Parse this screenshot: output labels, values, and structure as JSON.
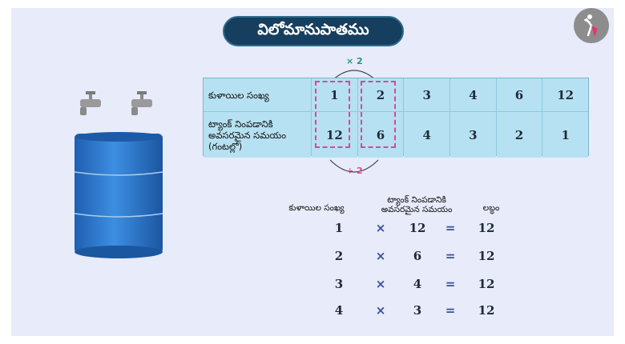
{
  "title": "విలోమానుపాతము",
  "table": {
    "row1_header": "కుళాయిల సంఖ్య",
    "row2_header_line1": "ట్యాంక్ నింపడానికి",
    "row2_header_line2": "అవసరమైన సమయం",
    "row2_header_line3": "(గంటల్లో)",
    "taps": [
      "1",
      "2",
      "3",
      "4",
      "6",
      "12"
    ],
    "hours": [
      "12",
      "6",
      "4",
      "3",
      "2",
      "1"
    ]
  },
  "annotations": {
    "times_label": "× 2",
    "divide_label": "÷ 2"
  },
  "calc": {
    "col1_header": "కుళాయిల సంఖ్య",
    "col2_header_line1": "ట్యాంక్ నింపడానికి",
    "col2_header_line2": "అవసరమైన సమయం",
    "col3_header": "లబ్ధం",
    "rows": [
      {
        "a": "1",
        "op": "×",
        "b": "12",
        "eq": "=",
        "product": "12"
      },
      {
        "a": "2",
        "op": "×",
        "b": "6",
        "eq": "=",
        "product": "12"
      },
      {
        "a": "3",
        "op": "×",
        "b": "4",
        "eq": "=",
        "product": "12"
      },
      {
        "a": "4",
        "op": "×",
        "b": "3",
        "eq": "=",
        "product": "12"
      }
    ]
  },
  "icons": {
    "logo": "dancer-logo-icon",
    "tap": "tap-icon",
    "drum": "water-drum-illustration"
  },
  "colors": {
    "title_bg": "#163e5e",
    "table_cell": "#b6e1f2",
    "dash": "#d9479a",
    "times_color": "#1f9a78",
    "divide_color": "#d9479a",
    "drum": "#2e7bd1"
  }
}
